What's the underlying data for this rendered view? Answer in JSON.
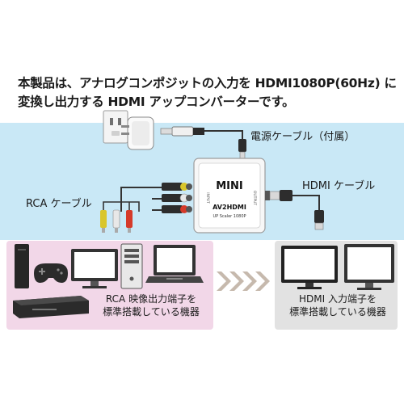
{
  "headline": {
    "line1": "本製品は、アナログコンポジットの入力を HDMI1080P(60Hz) に",
    "line2": "変換し出力する HDMI アップコンバーターです。"
  },
  "labels": {
    "power_cable": "電源ケーブル（付属）",
    "hdmi_cable": "HDMI ケーブル",
    "rca_cable": "RCA ケーブル"
  },
  "device": {
    "brand": "MINI",
    "model": "AV2HDMI",
    "sub": "UP Scaler 1080P",
    "input_side": "INPUT",
    "output_side": "OUTPUT"
  },
  "captions": {
    "source_line1": "RCA 映像出力端子を",
    "source_line2": "標準搭載している機器",
    "target_line1": "HDMI 入力端子を",
    "target_line2": "標準搭載している機器"
  },
  "colors": {
    "band": "#c9e8f6",
    "source_panel": "#f2d7e8",
    "target_panel": "#e2e2e2",
    "arrow": "#c6b9ad"
  }
}
